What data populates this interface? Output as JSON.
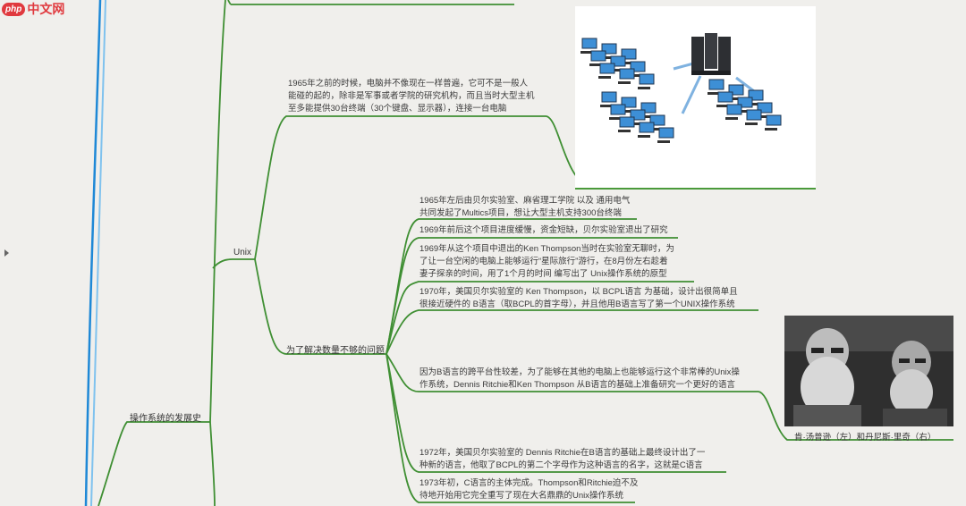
{
  "watermark": {
    "badge": "php",
    "text": "中文网"
  },
  "colors": {
    "branch": "#3f8f33",
    "spine": "#1e88d6",
    "spine_light": "#7fc2ee"
  },
  "nodes": {
    "dev_history": "操作系统的发展史",
    "unix": "Unix",
    "solve_problem": "为了解决数量不够的问题",
    "mainframe_text": [
      "1965年之前的时候，电脑并不像现在一样普遍，它可不是一般人",
      "能碰的起的，除非是军事或者学院的研究机构，而且当时大型主机",
      "至多能提供30台终端（30个键盘、显示器），连接一台电脑"
    ],
    "multics": [
      "1965年左后由贝尔实验室、麻省理工学院 以及 通用电气",
      "共同发起了Multics项目，想让大型主机支持300台终端"
    ],
    "quit_1969": [
      "1969年前后这个项目进度缓慢，资金短缺，贝尔实验室退出了研究"
    ],
    "ken_1969": [
      "1969年从这个项目中退出的Ken Thompson当时在实验室无聊时，为",
      "了让一台空闲的电脑上能够运行“星际旅行”游行，在8月份左右趁着",
      "妻子探亲的时间，用了1个月的时间 编写出了 Unix操作系统的原型"
    ],
    "bcpl_1970": [
      "1970年，美国贝尔实验室的 Ken Thompson，以 BCPL语言 为基础，设计出很简单且",
      "很接近硬件的 B语言（取BCPL的首字母），并且他用B语言写了第一个UNIX操作系统"
    ],
    "b_language": [
      "因为B语言的跨平台性较差，为了能够在其他的电脑上也能够运行这个非常棒的Unix操",
      "作系统，Dennis Ritchie和Ken Thompson 从B语言的基础上准备研究一个更好的语言"
    ],
    "c_1972": [
      "1972年，美国贝尔实验室的 Dennis Ritchie在B语言的基础上最终设计出了一",
      "种新的语言，他取了BCPL的第二个字母作为这种语言的名字，这就是C语言"
    ],
    "c_1973": [
      "1973年初，C语言的主体完成。Thompson和Ritchie迫不及",
      "待地开始用它完全重写了现在大名鼎鼎的Unix操作系统"
    ],
    "photo_caption": "肯·汤普逊（左）和丹尼斯·里奇（右）"
  }
}
